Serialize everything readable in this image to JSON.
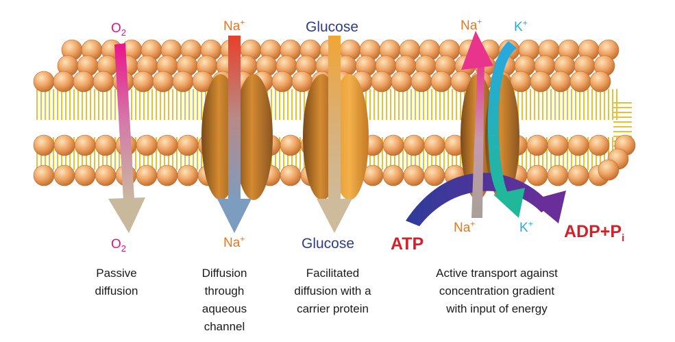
{
  "colors": {
    "oxygen": "#e0157f",
    "sodium": "#e8761e",
    "glucose": "#2e3c8a",
    "potassium": "#2ea8d8",
    "energy": "#d42027",
    "caption": "#1a1a1a",
    "lipid_head": "#e8a060",
    "lipid_tail": "#e8c030",
    "protein": "#c47a25"
  },
  "passive": {
    "top_label": {
      "base": "O",
      "sub": "2"
    },
    "bottom_label": {
      "base": "O",
      "sub": "2"
    },
    "caption": [
      "Passive",
      "diffusion"
    ]
  },
  "channel": {
    "top_label": {
      "base": "Na",
      "sup": "+"
    },
    "bottom_label": {
      "base": "Na",
      "sup": "+"
    },
    "caption": [
      "Diffusion",
      "through",
      "aqueous",
      "channel"
    ]
  },
  "facilitated": {
    "top_label": "Glucose",
    "bottom_label": "Glucose",
    "caption": [
      "Facilitated",
      "diffusion with a",
      "carrier protein"
    ]
  },
  "active": {
    "na_top": {
      "base": "Na",
      "sup": "+"
    },
    "k_top": {
      "base": "K",
      "sup": "+"
    },
    "na_bottom": {
      "base": "Na",
      "sup": "+"
    },
    "k_bottom": {
      "base": "K",
      "sup": "+"
    },
    "atp": "ATP",
    "adp": {
      "base": "ADP+P",
      "sub": "i"
    },
    "caption": [
      "Active transport against",
      "concentration gradient",
      "with input of energy"
    ]
  }
}
